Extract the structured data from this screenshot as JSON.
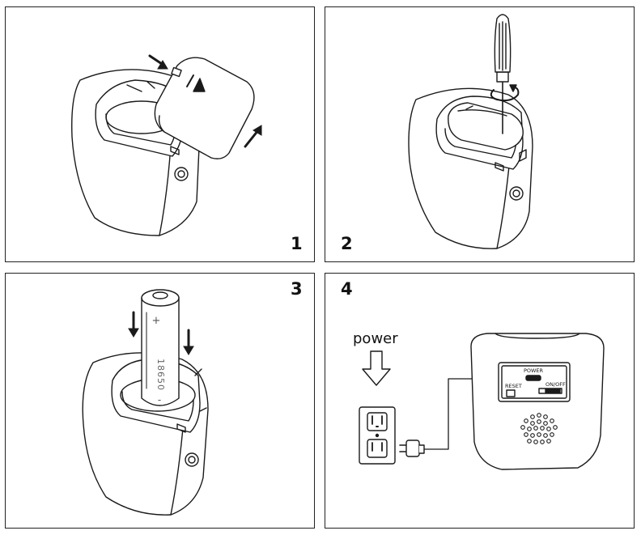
{
  "panels": [
    {
      "number": "1"
    },
    {
      "number": "2"
    },
    {
      "number": "3",
      "battery_label": "18650",
      "plus_mark": "+",
      "minus_mark": "-"
    },
    {
      "number": "4",
      "power_label": "power",
      "port_label": "POWER",
      "reset_label": "RESET",
      "switch_label": "ON/OFF"
    }
  ]
}
